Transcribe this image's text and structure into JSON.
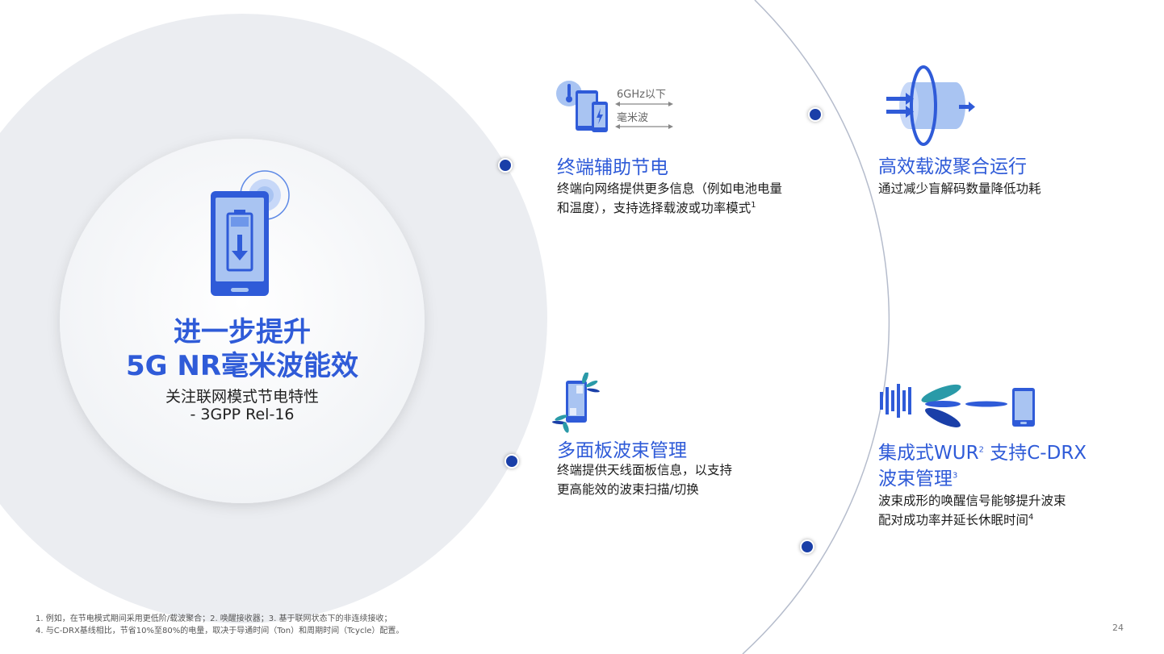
{
  "colors": {
    "accent": "#2f5bd8",
    "dark_blue": "#1a3fa8",
    "light_blue": "#a9c4f2",
    "teal": "#2a9aa8"
  },
  "hero": {
    "title_line1": "进一步提升",
    "title_line2": "5G NR毫米波能效",
    "subtitle_line1": "关注联网模式节电特性",
    "subtitle_line2": "- 3GPP Rel-16"
  },
  "features": {
    "f1": {
      "icon": "phone-thermometer-icon",
      "band_top": "6GHz以下",
      "band_bottom": "毫米波",
      "title": "终端辅助节电",
      "desc_line1": "终端向网络提供更多信息（例如电池电量",
      "desc_line2": "和温度），支持选择载波或功率模式",
      "desc_sup": "1"
    },
    "f2": {
      "icon": "carrier-cylinder-icon",
      "title": "高效载波聚合运行",
      "desc_line1": "通过减少盲解码数量降低功耗"
    },
    "f3": {
      "icon": "multi-panel-phone-icon",
      "title": "多面板波束管理",
      "desc_line1": "终端提供天线面板信息，以支持",
      "desc_line2": "更高能效的波束扫描/切换"
    },
    "f4": {
      "icon": "wur-beam-icon",
      "title_part1": "集成式WUR",
      "title_sup1": "2",
      "title_part2": " 支持C-DRX",
      "title_line2": "波束管理",
      "title_sup2": "3",
      "desc_line1": "波束成形的唤醒信号能够提升波束",
      "desc_line2": "配对成功率并延长休眠时间",
      "desc_sup": "4"
    }
  },
  "footnotes": {
    "line1": "1. 例如，在节电模式期间采用更低阶/载波聚合；2. 唤醒接收器；3. 基于联网状态下的非连续接收；",
    "line2": "4. 与C-DRX基线相比，节省10%至80%的电量，取决于导通时间（Ton）和周期时间（Tcycle）配置。"
  },
  "page_number": "24"
}
